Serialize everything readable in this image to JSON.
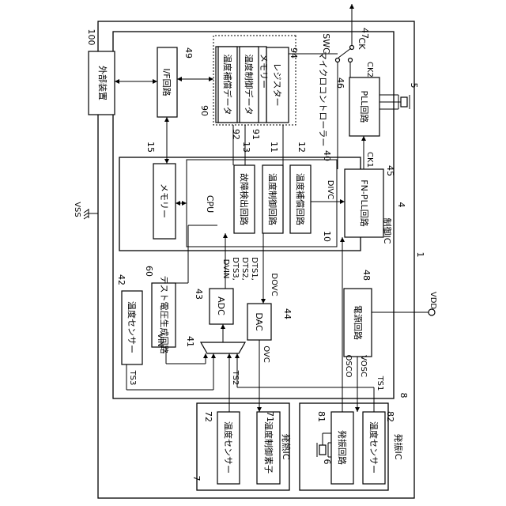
{
  "labels": {
    "system_ref": "1",
    "control_ic_ref": "4",
    "control_ic_name": "制御IC",
    "microcontroller_ref": "40",
    "microcontroller_name": "マイクロコントローラー",
    "oscillation_ic_ref": "8",
    "oscillation_ic_name": "発振IC",
    "heating_ic_ref": "7",
    "heating_ic_name": "発熱IC",
    "crystal_top_ref": "5",
    "crystal_bottom_ref": "6",
    "external_device_ref": "100",
    "external_device_name": "外部装置"
  },
  "blocks": {
    "pll": {
      "ref": "46",
      "name": "PLL回路"
    },
    "fnpll": {
      "ref": "45",
      "name": "FN-PLL回路"
    },
    "switch": {
      "ref": "47",
      "name": "CK",
      "signal": "SWC"
    },
    "memory_upper": {
      "ref": "90",
      "name": "メモリー",
      "register": "レジスター",
      "register_ref": "94",
      "data1": "温度制御データ",
      "data1_ref": "91",
      "data2": "温度補償データ",
      "data2_ref": "92"
    },
    "if_circuit": {
      "ref": "49",
      "name": "I/F回路"
    },
    "cpu_group_ref": "10",
    "cpu": "CPU",
    "temp_comp": {
      "ref": "12",
      "name": "温度補償回路"
    },
    "temp_ctrl": {
      "ref": "11",
      "name": "温度制御回路"
    },
    "fault_detect": {
      "ref": "13",
      "name": "故障検出回路"
    },
    "memory_lower": {
      "ref": "15",
      "name": "メモリー"
    },
    "power": {
      "ref": "48",
      "name": "電源回路"
    },
    "dac": {
      "ref": "44",
      "name": "DAC"
    },
    "adc": {
      "ref": "43",
      "name": "ADC"
    },
    "mux_ref": "41",
    "test_voltage": {
      "ref": "60",
      "name": "テスト電圧生成回路"
    },
    "temp_sensor_ctrl": {
      "ref": "42",
      "name": "温度センサー"
    },
    "osc_temp_sensor": {
      "ref": "82",
      "name": "温度センサー"
    },
    "osc_circuit": {
      "ref": "81",
      "name": "発振回路"
    },
    "heat_element": {
      "ref": "71",
      "name": "温度制御素子"
    },
    "heat_temp_sensor": {
      "ref": "72",
      "name": "温度センサー"
    }
  },
  "signals": {
    "vdd": "VDD",
    "vss": "VSS",
    "ck1": "CK1",
    "ck2": "CK2",
    "divc": "DIVC",
    "dovc": "DOVC",
    "dts1": "DTS1,",
    "dts2": "DTS2,",
    "dts3": "DTS3,",
    "dvin": "DVIN",
    "ovc": "OVC",
    "vosc": "VOSC",
    "osco": "OSCO",
    "vin": "VIN",
    "ts1": "TS1",
    "ts2": "TS2",
    "ts3": "TS3"
  }
}
